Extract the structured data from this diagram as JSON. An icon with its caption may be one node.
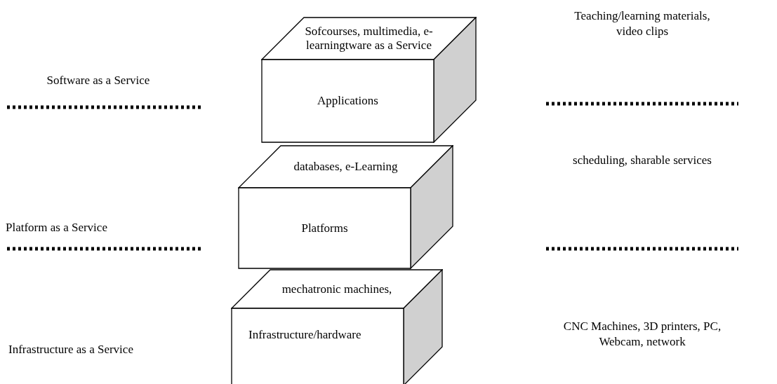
{
  "diagram": {
    "nodes": [
      {
        "text": [
          "Sofcourses, multimedia, e-learningtware as a Service",
          "Applications"
        ]
      },
      {
        "text": [
          "databases, e-Learning",
          "Platforms"
        ]
      },
      {
        "text": [
          "mechatronic machines,",
          "Infrastructure/hardware"
        ]
      }
    ],
    "labels": [
      "Teaching/learning materials, video clips",
      "Software as a Service",
      "scheduling, sharable services",
      "Platform as a Service",
      "CNC Machines, 3D printers, PC, Webcam, network",
      "Infrastructure as a Service"
    ]
  }
}
